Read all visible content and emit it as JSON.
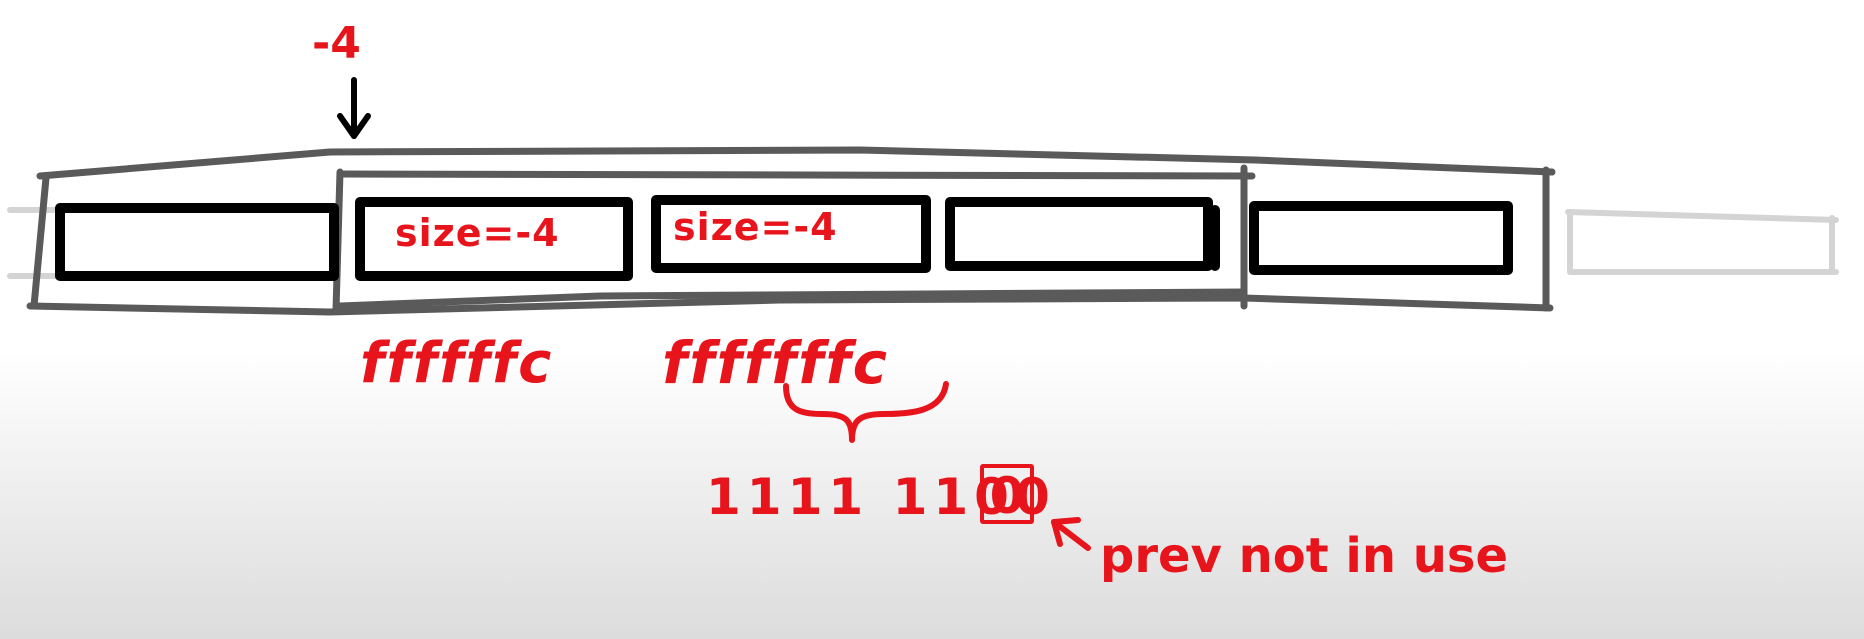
{
  "diagram": {
    "offset_label": "-4",
    "cells": [
      {
        "label": ""
      },
      {
        "label": "size=-4"
      },
      {
        "label": "size=-4"
      },
      {
        "label": ""
      },
      {
        "label": ""
      }
    ],
    "hex_values": [
      "ffffffc",
      "fffffffc"
    ],
    "binary": {
      "main": "1111 1100",
      "last_bit": "0"
    },
    "note": "prev not in use",
    "colors": {
      "ink": "#e8141c",
      "outline": "#000000",
      "frame": "#5a5a5a",
      "faded": "#d4d4d4"
    }
  }
}
